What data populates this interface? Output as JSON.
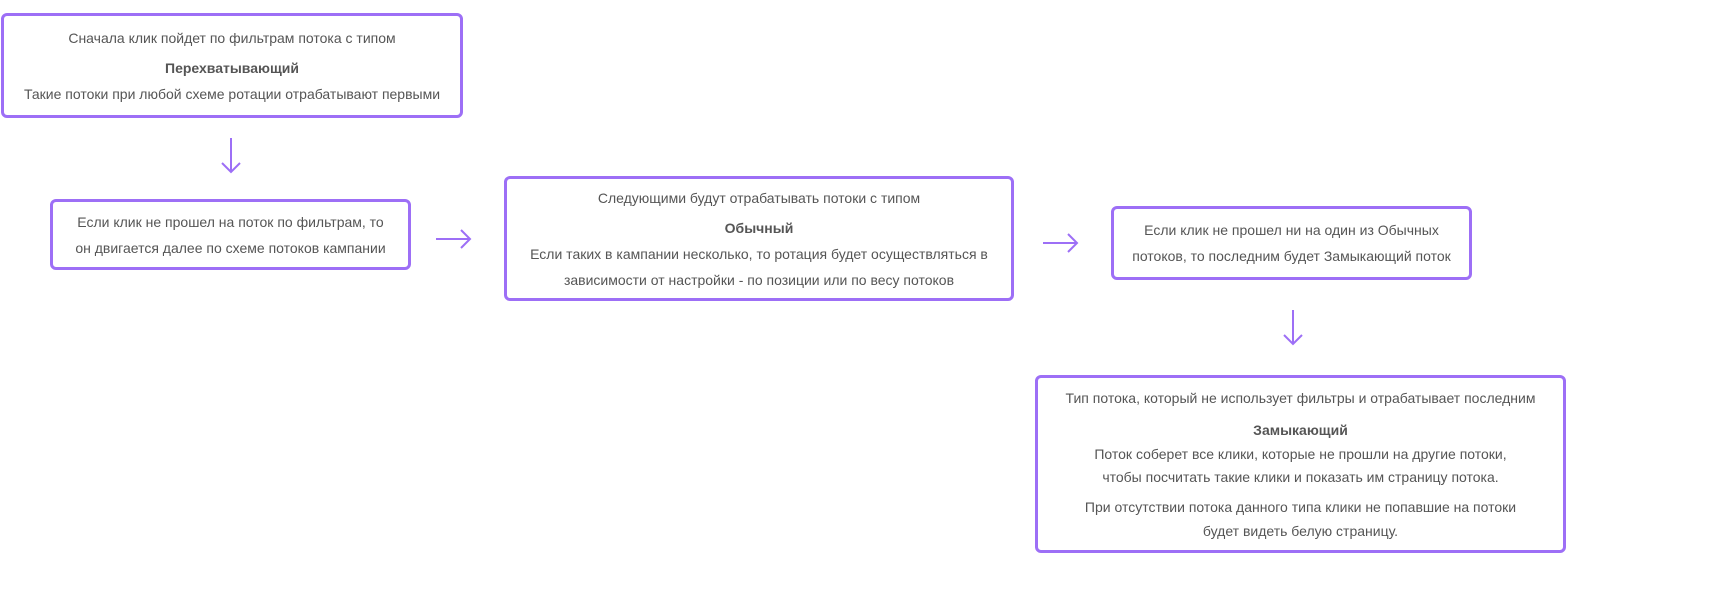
{
  "accent_color": "#9d6ff6",
  "boxes": {
    "intercepting": {
      "intro": "Сначала клик пойдет по фильтрам потока с типом",
      "type": "Перехватывающий",
      "desc": "Такие потоки при любой схеме ротации отрабатывают первыми"
    },
    "fallthrough": {
      "line1": "Если клик не прошел на поток по фильтрам, то",
      "line2": "он двигается далее по схеме потоков кампании"
    },
    "regular": {
      "intro": "Следующими будут отрабатывать потоки с типом",
      "type": "Обычный",
      "line1": "Если таких в кампании несколько, то ротация будет осуществляться в",
      "line2": "зависимости от настройки - по позиции или по весу потоков"
    },
    "last": {
      "line1": "Если клик не прошел ни на один из Обычных",
      "line2": "потоков, то последним будет Замыкающий поток"
    },
    "closing": {
      "intro": "Тип потока, который не использует фильтры и отрабатывает последним",
      "type": "Замыкающий",
      "line1": "Поток соберет все клики, которые не прошли на другие потоки,",
      "line2": "чтобы посчитать такие клики и показать им страницу потока.",
      "line3": "При отсутствии потока данного типа клики не попавшие на потоки",
      "line4": "будет видеть белую страницу."
    }
  }
}
